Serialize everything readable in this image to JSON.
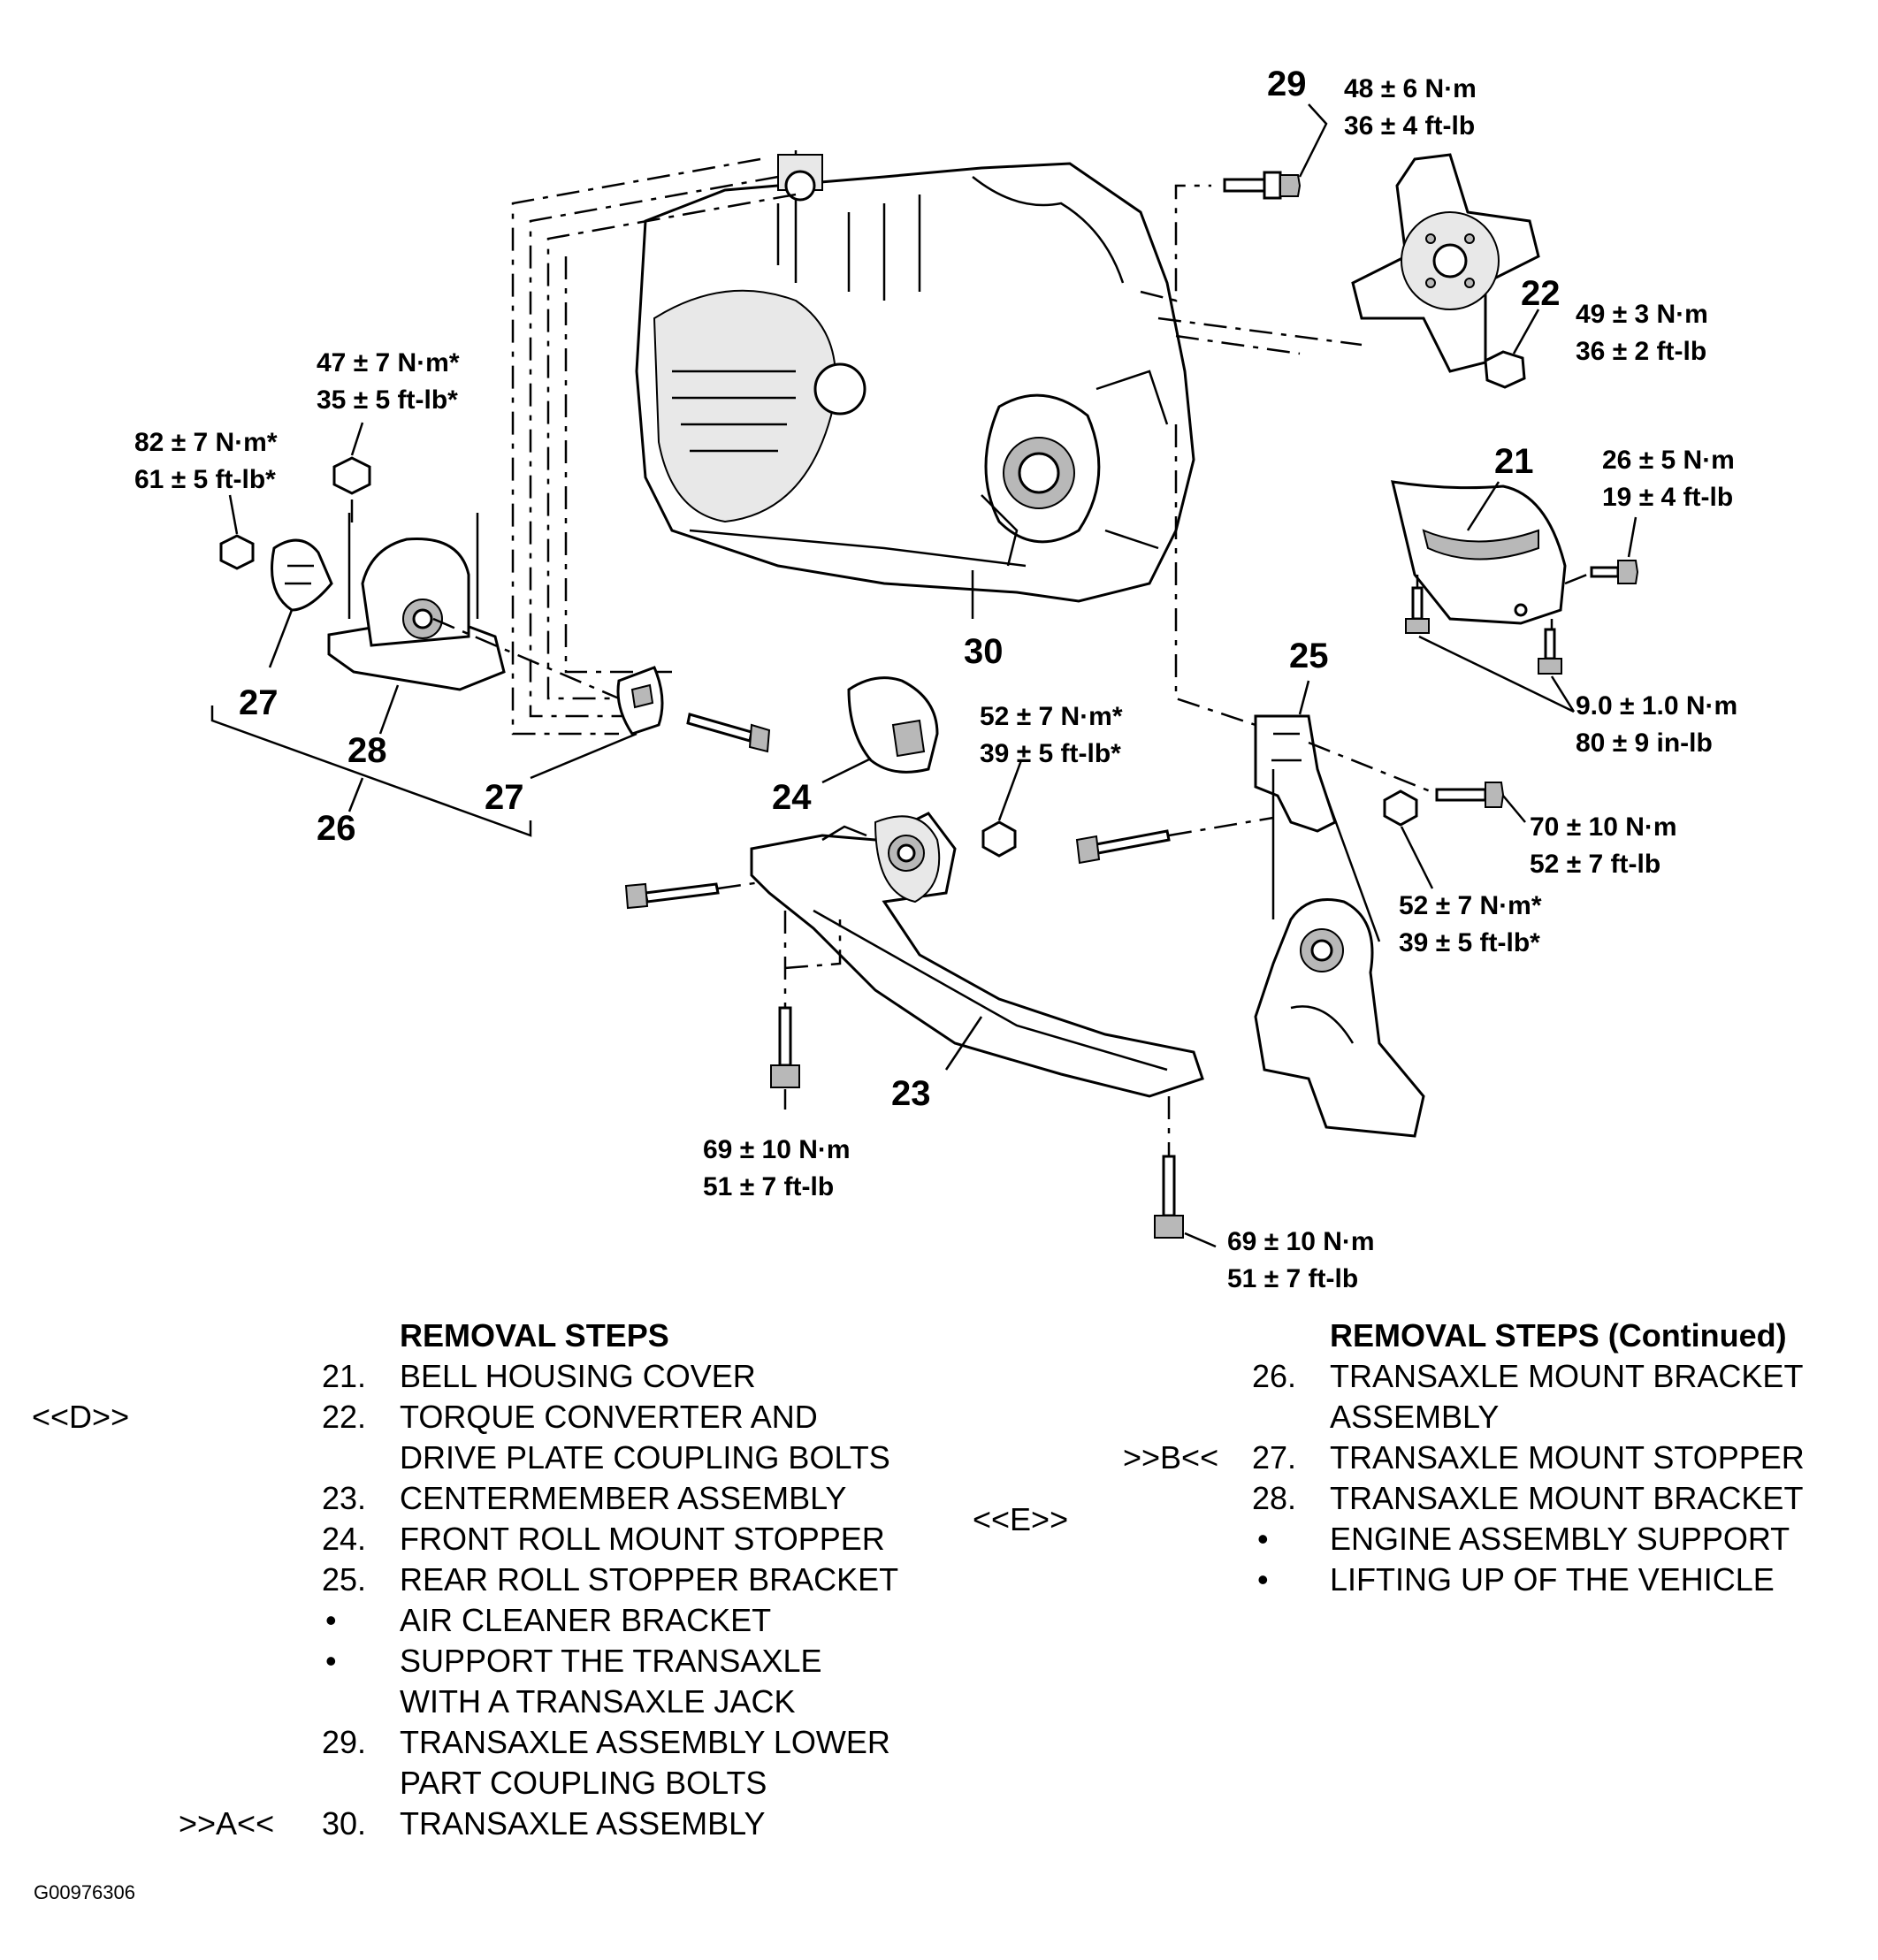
{
  "callouts": {
    "c21": "21",
    "c22": "22",
    "c23": "23",
    "c24": "24",
    "c25": "25",
    "c26": "26",
    "c27a": "27",
    "c27b": "27",
    "c28": "28",
    "c29": "29",
    "c30": "30"
  },
  "torques": {
    "t29_a": "48 ± 6 N·m",
    "t29_b": "36 ± 4 ft-lb",
    "t22_a": "49 ± 3 N·m",
    "t22_b": "36 ± 2 ft-lb",
    "t21_a": "26 ± 5 N·m",
    "t21_b": "19 ± 4 ft-lb",
    "tcov_a": "9.0 ± 1.0 N·m",
    "tcov_b": "80 ± 9 in-lb",
    "t47_a": "47 ± 7 N·m*",
    "t47_b": "35 ± 5 ft-lb*",
    "t82_a": "82 ± 7 N·m*",
    "t82_b": "61 ± 5 ft-lb*",
    "t52a_a": "52 ± 7 N·m*",
    "t52a_b": "39 ± 5 ft-lb*",
    "t70_a": "70 ± 10 N·m",
    "t70_b": "52 ± 7 ft-lb",
    "t52b_a": "52 ± 7 N·m*",
    "t52b_b": "39 ± 5 ft-lb*",
    "t69a_a": "69 ± 10 N·m",
    "t69a_b": "51 ± 7 ft-lb",
    "t69b_a": "69 ± 10 N·m",
    "t69b_b": "51 ± 7 ft-lb"
  },
  "removal_steps": {
    "heading": "REMOVAL STEPS",
    "items": [
      {
        "marker": "",
        "num": "21.",
        "lines": [
          "BELL HOUSING COVER"
        ]
      },
      {
        "marker": "<<D>>",
        "num": "22.",
        "lines": [
          "TORQUE CONVERTER AND",
          "DRIVE PLATE COUPLING BOLTS"
        ]
      },
      {
        "marker": "",
        "num": "23.",
        "lines": [
          "CENTERMEMBER ASSEMBLY"
        ]
      },
      {
        "marker": "",
        "num": "24.",
        "lines": [
          "FRONT ROLL MOUNT STOPPER"
        ]
      },
      {
        "marker": "",
        "num": "25.",
        "lines": [
          "REAR ROLL STOPPER BRACKET"
        ]
      },
      {
        "marker": "",
        "num": "•",
        "lines": [
          "AIR CLEANER BRACKET"
        ]
      },
      {
        "marker": "",
        "num": "•",
        "lines": [
          "SUPPORT THE TRANSAXLE",
          "WITH A TRANSAXLE JACK"
        ]
      },
      {
        "marker": "",
        "num": "29.",
        "lines": [
          "TRANSAXLE ASSEMBLY LOWER",
          "PART COUPLING BOLTS"
        ]
      },
      {
        "marker": ">>A<<",
        "num": "30.",
        "lines": [
          "TRANSAXLE ASSEMBLY"
        ]
      }
    ]
  },
  "removal_steps_cont": {
    "heading": "REMOVAL STEPS (Continued)",
    "items": [
      {
        "marker": "",
        "num": "26.",
        "lines": [
          "TRANSAXLE MOUNT BRACKET",
          "ASSEMBLY"
        ]
      },
      {
        "marker": ">>B<<",
        "num": "27.",
        "lines": [
          "TRANSAXLE MOUNT STOPPER"
        ]
      },
      {
        "marker": "",
        "num": "28.",
        "lines": [
          "TRANSAXLE MOUNT BRACKET"
        ]
      },
      {
        "marker": "<<E>>",
        "num": "•",
        "lines": [
          "ENGINE ASSEMBLY SUPPORT"
        ]
      },
      {
        "marker": "",
        "num": "•",
        "lines": [
          "LIFTING UP OF THE VEHICLE"
        ]
      }
    ]
  },
  "figure_id": "G00976306"
}
